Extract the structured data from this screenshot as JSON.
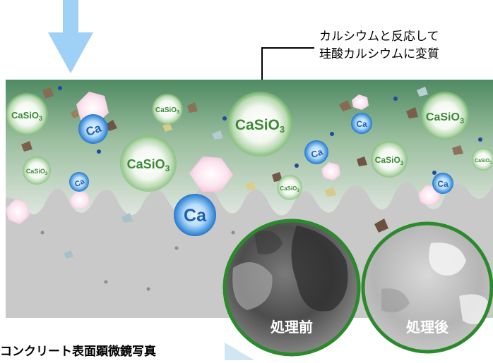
{
  "callout": {
    "line1": "カルシウムと反応して",
    "line2": "珪酸カルシウムに変質"
  },
  "labels": {
    "casio3": "CaSiO",
    "casio3_sub": "3",
    "ca": "Ca"
  },
  "micrographs": {
    "before": "処理前",
    "after": "処理後"
  },
  "caption": "コンクリート表面顕微鏡写真",
  "colors": {
    "arrow": "#9fd0f5",
    "green_layer": "#4f8a63",
    "grey_layer": "#c8c8c8",
    "ring": "#2b8a2b",
    "ca_ball": "#2f86d8",
    "hexagon": "#f4c6dc"
  }
}
